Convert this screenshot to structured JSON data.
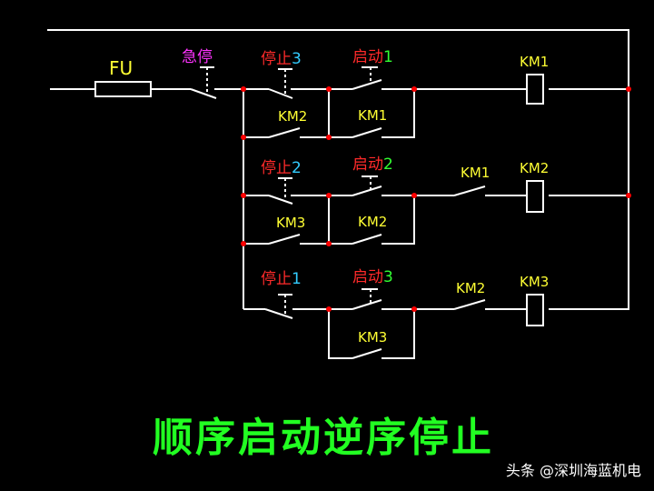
{
  "fuse_label": "FU",
  "estop_label": "急停",
  "stop3_text": "停止",
  "stop3_num": "3",
  "start1_text": "启动",
  "start1_num": "1",
  "stop2_text": "停止",
  "stop2_num": "2",
  "start2_text": "启动",
  "start2_num": "2",
  "stop1_text": "停止",
  "stop1_num": "1",
  "start3_text": "启动",
  "start3_num": "3",
  "km1_hold": "KM1",
  "km2_inter": "KM2",
  "km2_hold": "KM2",
  "km3_inter": "KM3",
  "km3_hold": "KM3",
  "km1_inter": "KM1",
  "km2_inter2": "KM2",
  "coil1": "KM1",
  "coil2": "KM2",
  "coil3": "KM3",
  "title": "顺序启动逆序停止",
  "watermark": "头条 @深圳海蓝机电"
}
